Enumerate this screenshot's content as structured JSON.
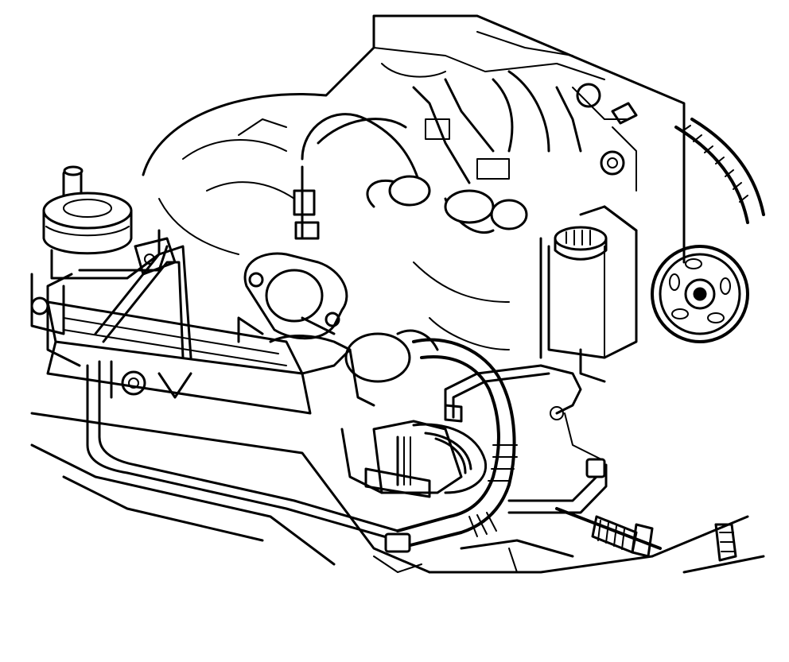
{
  "diagram": {
    "style": "black line art on white background",
    "colors": {
      "line": "#000000",
      "background": "#ffffff"
    },
    "components": [
      "power-steering-pump",
      "steering-gear",
      "pressure-hose",
      "return-line",
      "fluid-reservoir",
      "reservoir-cap",
      "pulley",
      "drive-belt",
      "flange-gasket",
      "boot",
      "tie-rod",
      "engine-block"
    ]
  }
}
